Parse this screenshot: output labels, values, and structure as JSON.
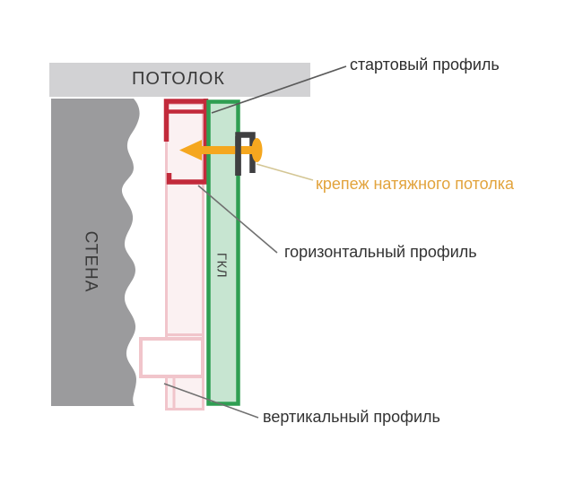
{
  "diagram": {
    "labels": {
      "ceiling": "ПОТОЛОК",
      "wall": "СТЕНА",
      "gkl": "ГКЛ",
      "start_profile": "стартовый профиль",
      "fastener": "крепеж натяжного потолка",
      "horizontal_profile": "горизонтальный профиль",
      "vertical_profile": "вертикальный профиль"
    },
    "colors": {
      "ceiling_fill": "#d2d2d4",
      "wall_fill": "#9b9b9d",
      "profile_red": "#c22a3b",
      "profile_pink_stroke": "#f1c5cb",
      "profile_pink_fill": "#fbf1f2",
      "gkl_border": "#2f9e52",
      "gkl_fill": "#c7e5d1",
      "bracket_dark": "#3f3f41",
      "screw_orange": "#f5a71f",
      "fastener_label_orange": "#e2a33c",
      "callout_gray": "#707070",
      "callout_tan": "#d4c694"
    }
  }
}
